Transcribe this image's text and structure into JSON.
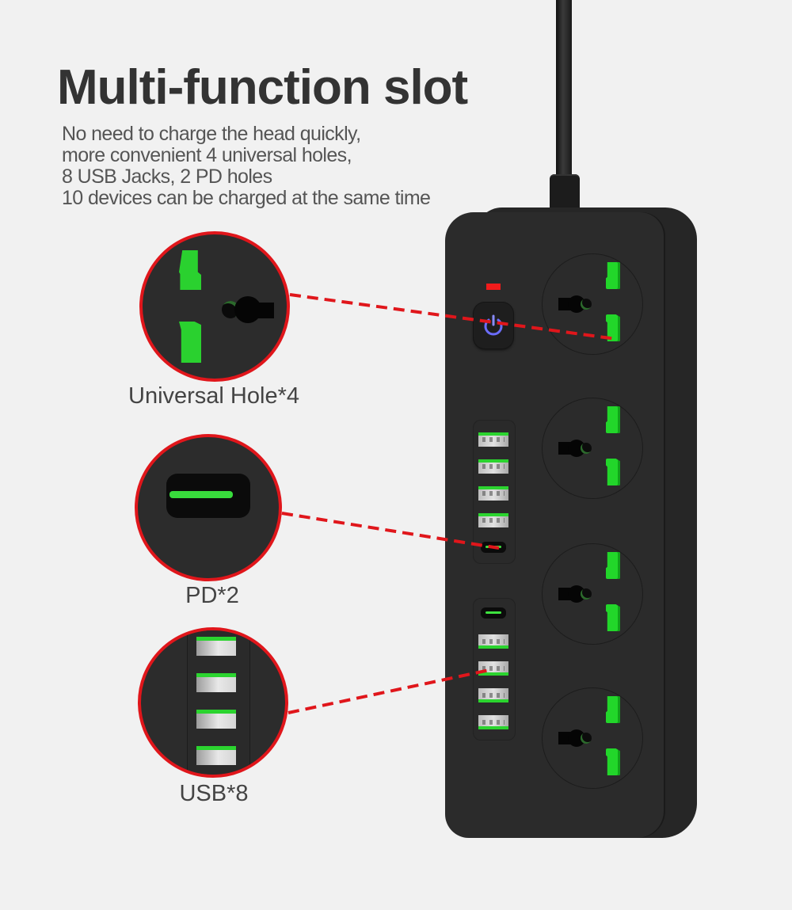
{
  "heading": {
    "title": "Multi-function slot",
    "description": [
      "No need to charge the head quickly,",
      "more convenient 4 universal holes,",
      "8 USB Jacks, 2 PD holes",
      "10 devices can be charged at the same time"
    ]
  },
  "callouts": [
    {
      "id": "universal",
      "label": "Universal Hole*4"
    },
    {
      "id": "pd",
      "label": "PD*2"
    },
    {
      "id": "usb",
      "label": "USB*8"
    }
  ],
  "product": {
    "universal_sockets": 4,
    "usb_ports": 8,
    "pd_ports": 2,
    "power_switch_icon": "power-icon",
    "indicator_led": "red"
  },
  "colors": {
    "background": "#f1f1f1",
    "title_text": "#333333",
    "body_text": "#555555",
    "strip_body": "#2b2b2b",
    "accent_green": "#22d62a",
    "callout_red": "#e0161b",
    "power_blue": "#5a5cff"
  }
}
